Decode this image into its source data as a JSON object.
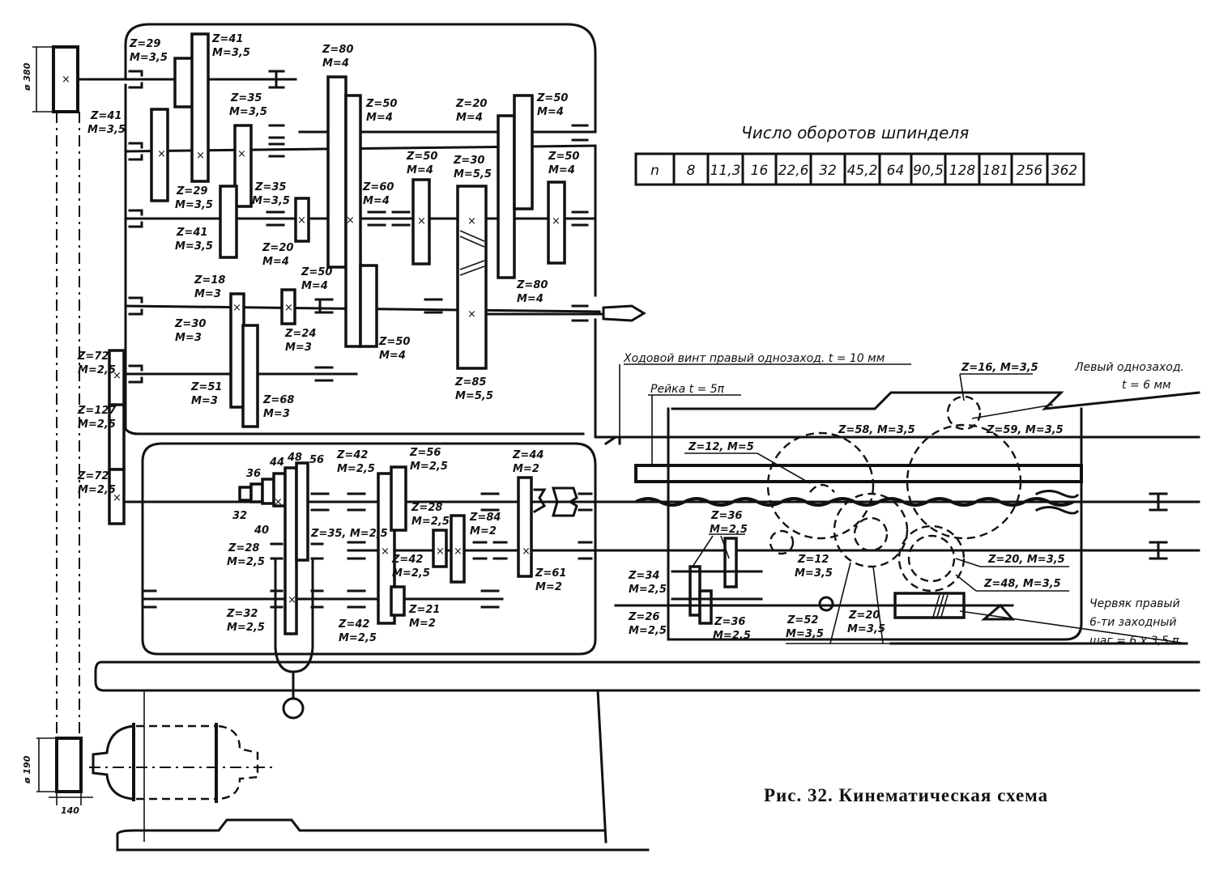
{
  "figure": {
    "caption": "Рис. 32. Кинематическая схема"
  },
  "speed_table": {
    "title": "Число оборотов шпинделя",
    "header": "n",
    "values": [
      "8",
      "11,3",
      "16",
      "22,6",
      "32",
      "45,2",
      "64",
      "90,5",
      "128",
      "181",
      "256",
      "362"
    ]
  },
  "dimensions": {
    "top_pulley_diameter": "ø 380",
    "bottom_pulley_diameter": "ø 190",
    "bottom_pulley_width": "140"
  },
  "headstock_gears": [
    {
      "id": "g-z29",
      "z": "Z=29",
      "m": "M=3,5"
    },
    {
      "id": "g-z41a",
      "z": "Z=41",
      "m": "M=3,5"
    },
    {
      "id": "g-z41b",
      "z": "Z=41",
      "m": "M=3,5"
    },
    {
      "id": "g-z35a",
      "z": "Z=35",
      "m": "M=3,5"
    },
    {
      "id": "g-z28",
      "z": "Z=29",
      "m": "M=3,5"
    },
    {
      "id": "g-z35b",
      "z": "Z=35",
      "m": "M=3,5"
    },
    {
      "id": "g-z41c",
      "z": "Z=41",
      "m": "M=3,5"
    },
    {
      "id": "g-z20a",
      "z": "Z=20",
      "m": "M=4"
    },
    {
      "id": "g-z80a",
      "z": "Z=80",
      "m": "M=4"
    },
    {
      "id": "g-z50a",
      "z": "Z=50",
      "m": "M=4"
    },
    {
      "id": "g-z60",
      "z": "Z=60",
      "m": "M=4"
    },
    {
      "id": "g-z50b",
      "z": "Z=50",
      "m": "M=4"
    },
    {
      "id": "g-z50c",
      "z": "Z=50",
      "m": "M=4"
    },
    {
      "id": "g-z30a",
      "z": "Z=30",
      "m": "M=5,5"
    },
    {
      "id": "g-z20b",
      "z": "Z=20",
      "m": "M=4"
    },
    {
      "id": "g-z50d",
      "z": "Z=50",
      "m": "M=4"
    },
    {
      "id": "g-z50e",
      "z": "Z=50",
      "m": "M=4"
    },
    {
      "id": "g-z80b",
      "z": "Z=80",
      "m": "M=4"
    },
    {
      "id": "g-z85",
      "z": "Z=85",
      "m": "M=5,5"
    },
    {
      "id": "g-z50f",
      "z": "Z=50",
      "m": "M=4"
    },
    {
      "id": "g-z18",
      "z": "Z=18",
      "m": "M=3"
    },
    {
      "id": "g-z30b",
      "z": "Z=30",
      "m": "M=3"
    },
    {
      "id": "g-z24",
      "z": "Z=24",
      "m": "M=3"
    },
    {
      "id": "g-z51",
      "z": "Z=51",
      "m": "M=3"
    },
    {
      "id": "g-z68",
      "z": "Z=68",
      "m": "M=3"
    }
  ],
  "guitar_gears": [
    {
      "z": "Z=72",
      "m": "M=2,5"
    },
    {
      "z": "Z=127",
      "m": "M=2,5"
    },
    {
      "z": "Z=72",
      "m": "M=2,5"
    }
  ],
  "gearbox": {
    "cone_teeth": [
      "32",
      "36",
      "40",
      "44",
      "48",
      "56"
    ],
    "gears": [
      {
        "z": "Z=42",
        "m": "M=2,5"
      },
      {
        "z": "Z=56",
        "m": "M=2,5"
      },
      {
        "z": "Z=28",
        "m": "M=2,5"
      },
      {
        "z": "Z=84",
        "m": "M=2"
      },
      {
        "z": "Z=44",
        "m": "M=2"
      },
      {
        "z": "Z=35, M=2,5",
        "m": ""
      },
      {
        "z": "Z=28",
        "m": "M=2,5"
      },
      {
        "z": "Z=42",
        "m": "M=2,5"
      },
      {
        "z": "Z=61",
        "m": "M=2"
      },
      {
        "z": "Z=32",
        "m": "M=2,5"
      },
      {
        "z": "Z=42",
        "m": "M=2,5"
      },
      {
        "z": "Z=21",
        "m": "M=2"
      }
    ]
  },
  "apron": {
    "lead_screw": "Ходовой винт правый однозаход. t = 10 мм",
    "rack": "Рейка t = 5π",
    "left_thread_1": "Левый однозаход.",
    "left_thread_2": "t = 6 мм",
    "gears": [
      {
        "label": "Z=16, M=3,5"
      },
      {
        "label": "Z=58, M=3,5"
      },
      {
        "label": "Z=59, M=3,5"
      },
      {
        "label": "Z=12, M=5"
      },
      {
        "label": "Z=20, M=3,5"
      },
      {
        "label": "Z=48, M=3,5"
      }
    ],
    "gears_stacked": [
      {
        "z": "Z=36",
        "m": "M=2,5"
      },
      {
        "z": "Z=34",
        "m": "M=2,5"
      },
      {
        "z": "Z=26",
        "m": "M=2,5"
      },
      {
        "z": "Z=36",
        "m": "M=2,5"
      },
      {
        "z": "Z=12",
        "m": "M=3,5"
      },
      {
        "z": "Z=52",
        "m": "M=3,5"
      },
      {
        "z": "Z=20",
        "m": "M=3,5"
      }
    ],
    "worm_1": "Червяк правый",
    "worm_2": "6-ти заходный",
    "worm_3": "шаг = 6 x 3,5 π"
  }
}
